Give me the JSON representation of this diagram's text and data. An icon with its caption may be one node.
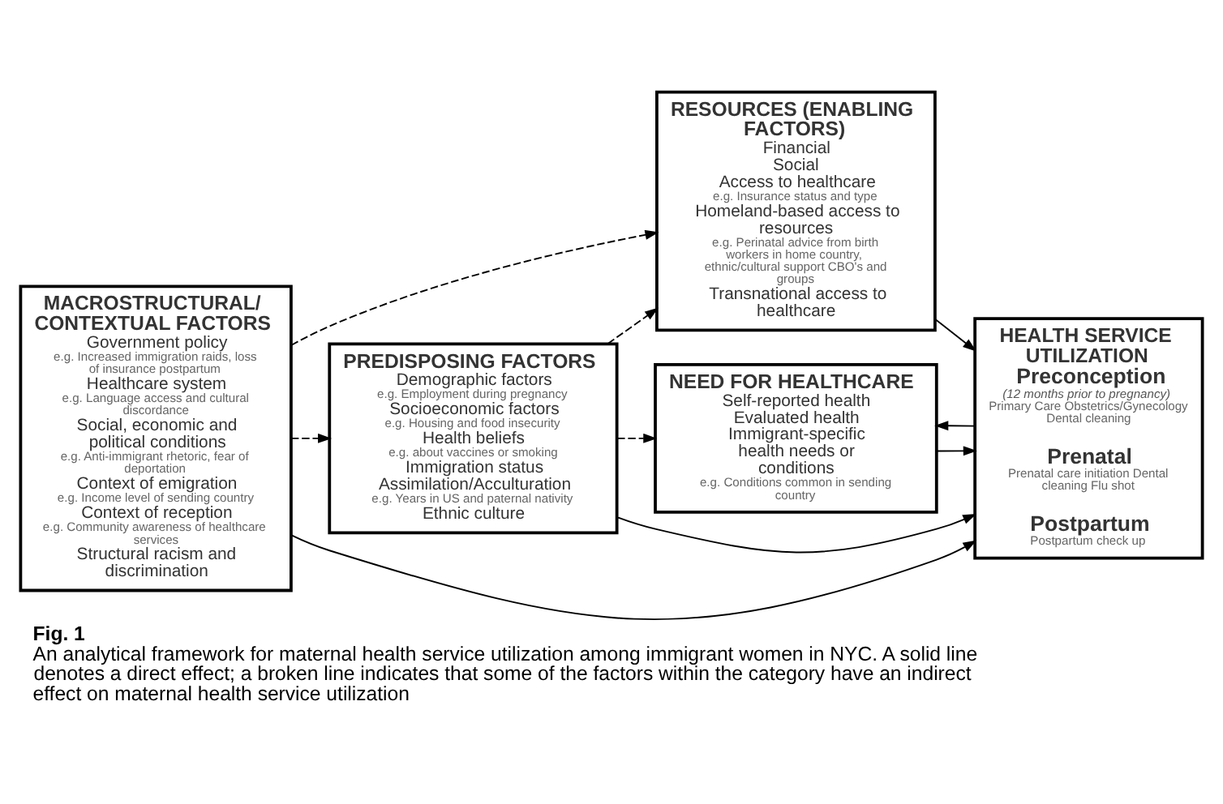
{
  "diagram": {
    "title": "Fig. 1",
    "caption": "An analytical framework for maternal health service utilization among immigrant women in NYC. A solid line denotes a direct effect; a broken line indicates that some of the factors within the category have an indirect effect on maternal health service utilization",
    "nodes": [
      {
        "text": [
          "MACROSTRUCTURAL/ CONTEXTUAL FACTORS",
          "Government policy",
          "e.g. Increased immigration raids, loss of insurance postpartum",
          "Healthcare system",
          "e.g. Language access and cultural discordance",
          "Social, economic and political conditions",
          "e.g. Anti-immigrant rhetoric, fear of deportation",
          "Context of emigration",
          "e.g. Income level of sending country",
          "Context of reception",
          "e.g. Community awareness of healthcare services",
          "Structural racism and discrimination"
        ]
      },
      {
        "text": [
          "PREDISPOSING FACTORS",
          "Demographic factors",
          "e.g. Employment during pregnancy",
          "Socioeconomic factors",
          "e.g. Housing and food insecurity",
          "Health beliefs",
          "e.g. about vaccines or smoking",
          "Immigration status",
          "Assimilation/Acculturation",
          "e.g. Years in US and paternal nativity",
          "Ethnic culture"
        ]
      },
      {
        "text": [
          "RESOURCES (ENABLING FACTORS)",
          "Financial",
          "Social",
          "Access to healthcare",
          "e.g. Insurance status and type",
          "Homeland-based access to resources",
          "e.g. Perinatal advice from birth workers in home country, ethnic/cultural support CBO's and groups",
          "Transnational access to healthcare"
        ]
      },
      {
        "text": [
          "NEED FOR HEALTHCARE",
          "Self-reported health",
          "Evaluated health",
          "Immigrant-specific health needs or conditions",
          "e.g. Conditions common in sending country"
        ]
      },
      {
        "text": [
          "HEALTH SERVICE UTILIZATION",
          "Preconception",
          "(12 months prior to pregnancy)",
          "Primary Care Obstetrics/Gynecology Dental cleaning",
          "Prenatal",
          "Prenatal care initiation Dental cleaning Flu shot",
          "Postpartum",
          "Postpartum check up"
        ]
      }
    ],
    "edges": [
      {
        "from": 0,
        "to": 4,
        "arrow": "to"
      },
      {
        "from": 0,
        "to": 1,
        "arrow": "to",
        "style": "dashed"
      },
      {
        "from": 0,
        "to": 2,
        "arrow": "to",
        "style": "dashed"
      },
      {
        "from": 1,
        "to": 4,
        "arrow": "to"
      },
      {
        "from": 1,
        "to": 2,
        "arrow": "to",
        "style": "dashed"
      },
      {
        "from": 1,
        "to": 3,
        "arrow": "to",
        "style": "dashed"
      },
      {
        "from": 2,
        "to": 4,
        "arrow": "to"
      },
      {
        "from": 3,
        "to": 4,
        "arrow": "to"
      },
      {
        "from": 4,
        "to": 3,
        "arrow": "to"
      }
    ]
  }
}
